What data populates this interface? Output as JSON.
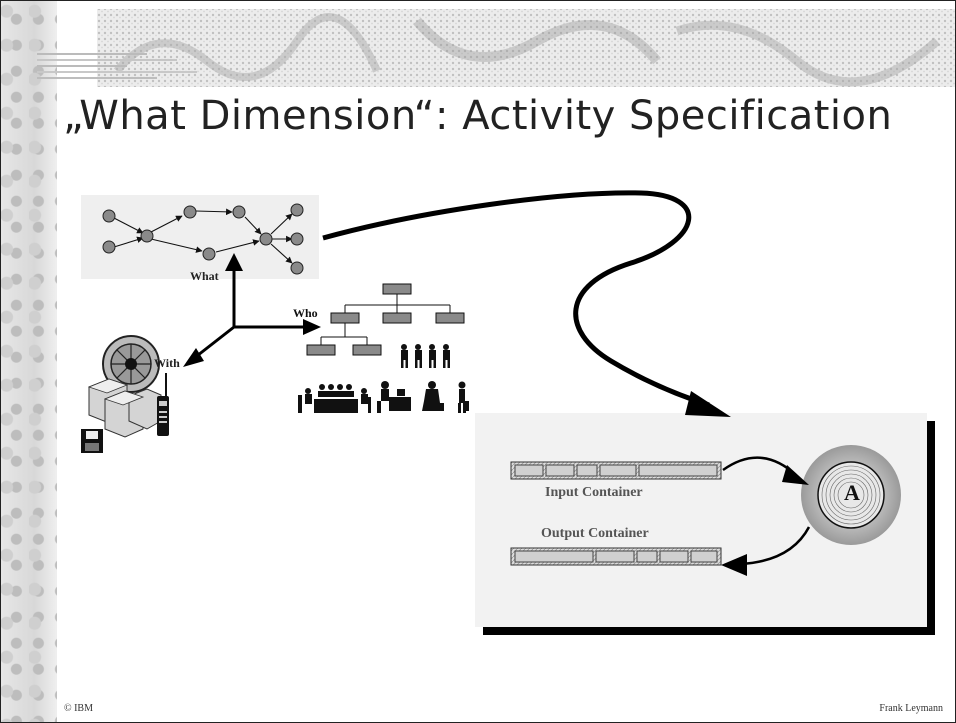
{
  "slide": {
    "title": "„What Dimension“: Activity Specification",
    "footer_left": "© IBM",
    "footer_right": "Frank Leymann"
  },
  "diagram": {
    "what_label": "What",
    "who_label": "Who",
    "with_label": "With",
    "input_container_label": "Input Container",
    "output_container_label": "Output Container",
    "activity_label": "A"
  }
}
